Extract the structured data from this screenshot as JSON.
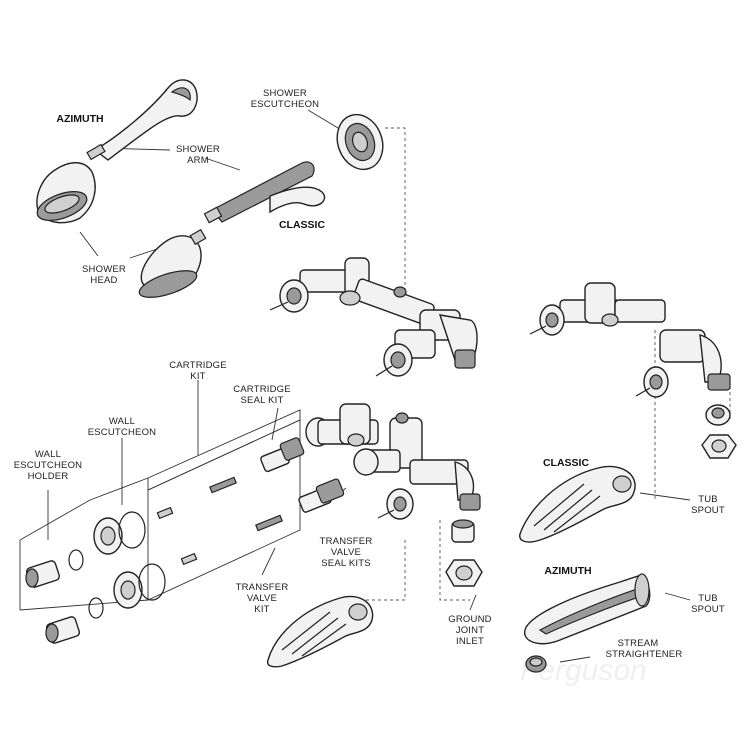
{
  "labels": {
    "azimuth_top": "AZIMUTH",
    "shower_escutcheon_1": "SHOWER",
    "shower_escutcheon_2": "ESCUTCHEON",
    "shower_arm_1": "SHOWER",
    "shower_arm_2": "ARM",
    "classic_top": "CLASSIC",
    "shower_head_1": "SHOWER",
    "shower_head_2": "HEAD",
    "cartridge_kit_1": "CARTRIDGE",
    "cartridge_kit_2": "KIT",
    "cartridge_seal_1": "CARTRIDGE",
    "cartridge_seal_2": "SEAL KIT",
    "wall_esc_1": "WALL",
    "wall_esc_2": "ESCUTCHEON",
    "wall_holder_1": "WALL",
    "wall_holder_2": "ESCUTCHEON",
    "wall_holder_3": "HOLDER",
    "transfer_seal_1": "TRANSFER",
    "transfer_seal_2": "VALVE",
    "transfer_seal_3": "SEAL KITS",
    "transfer_kit_1": "TRANSFER",
    "transfer_kit_2": "VALVE",
    "transfer_kit_3": "KIT",
    "ground_1": "GROUND",
    "ground_2": "JOINT",
    "ground_3": "INLET",
    "classic_right": "CLASSIC",
    "tub_spout_1a": "TUB",
    "tub_spout_1b": "SPOUT",
    "azimuth_right": "AZIMUTH",
    "tub_spout_2a": "TUB",
    "tub_spout_2b": "SPOUT",
    "stream_1": "STREAM",
    "stream_2": "STRAIGHTENER"
  },
  "watermark": "Ferguson"
}
